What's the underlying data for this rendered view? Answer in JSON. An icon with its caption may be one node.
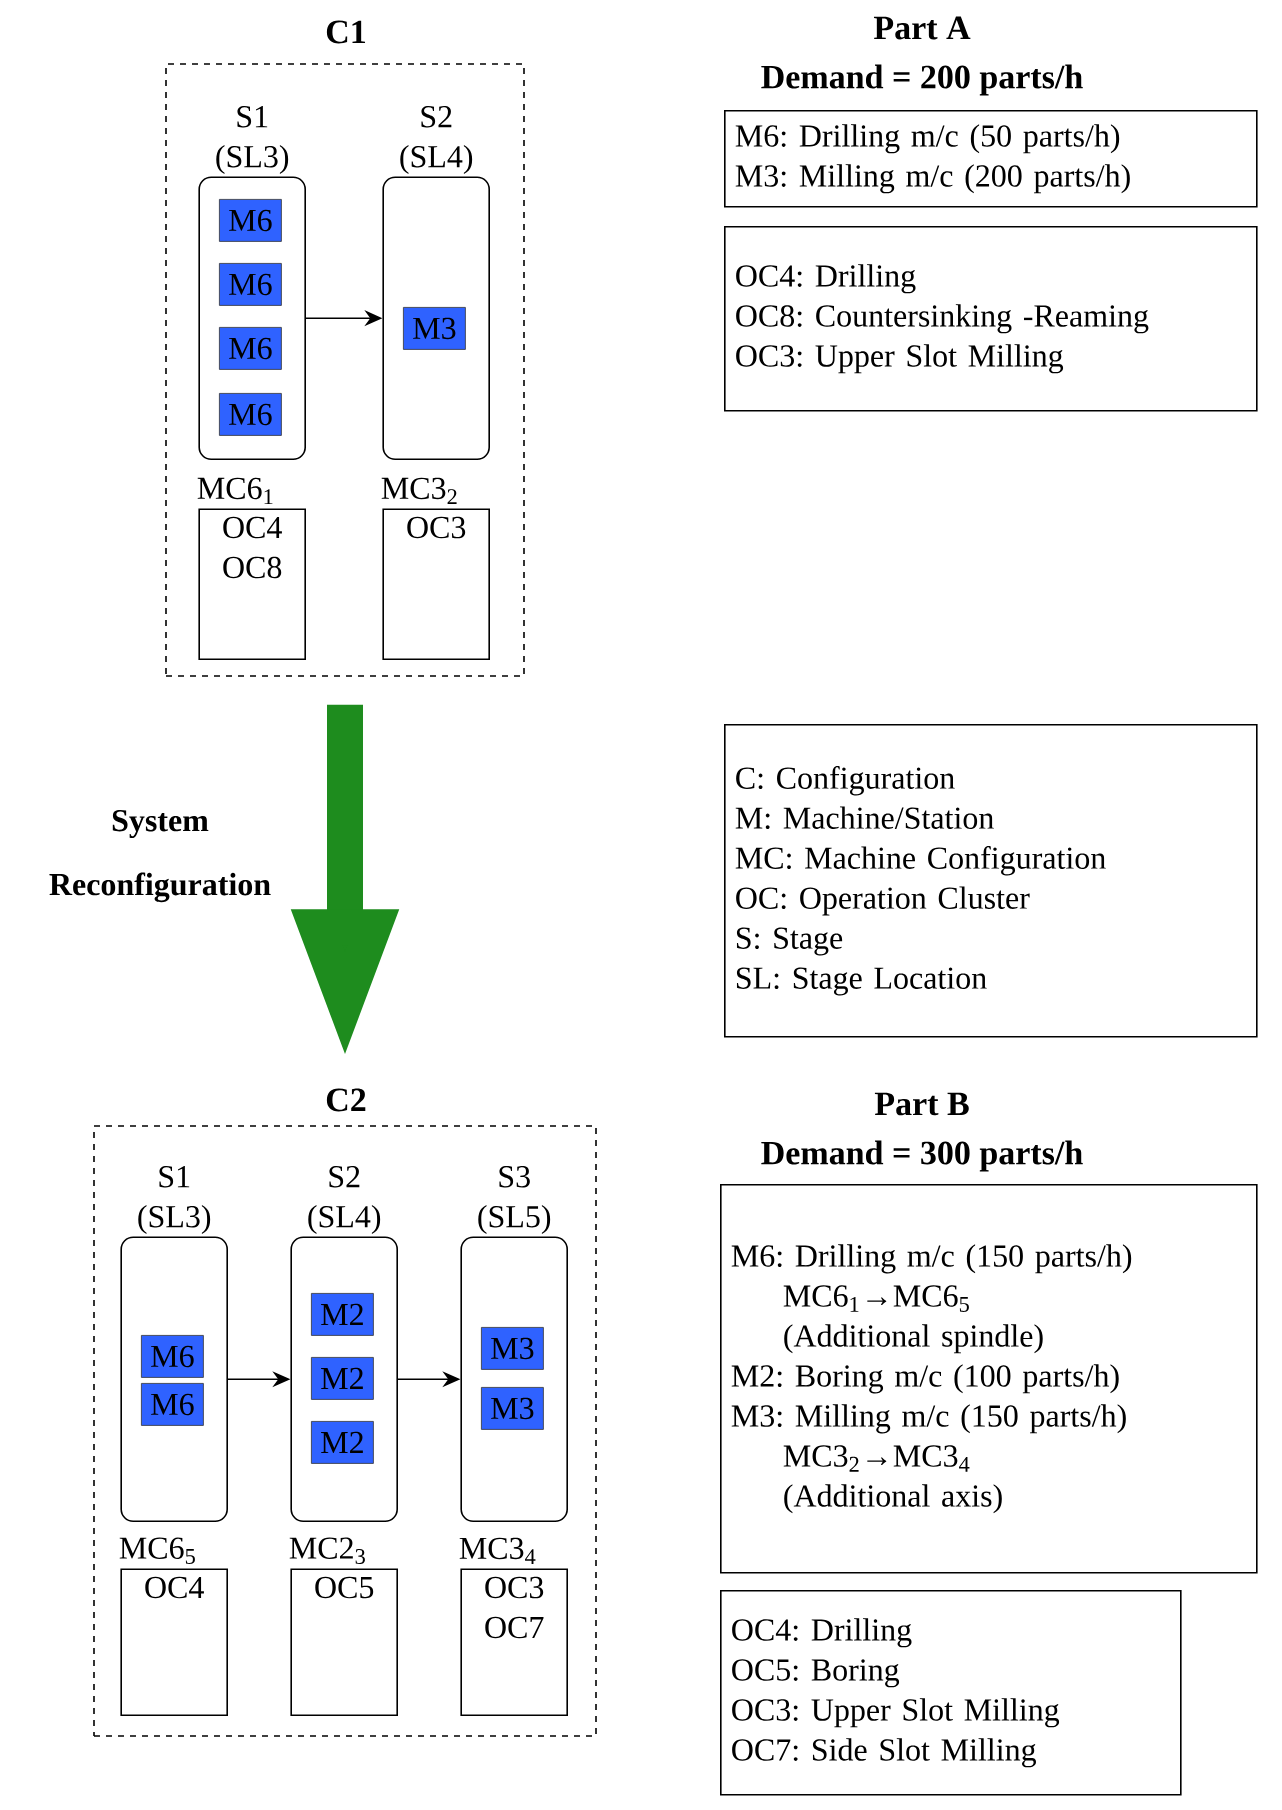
{
  "diagram": {
    "nodes": [
      {
        "text": [
          "C1"
        ]
      },
      {
        "text": [
          "S1 (SL3)"
        ],
        "in": 0
      },
      {
        "text": [
          "M6"
        ],
        "in": 1
      },
      {
        "text": [
          "M6"
        ],
        "in": 1
      },
      {
        "text": [
          "M6"
        ],
        "in": 1
      },
      {
        "text": [
          "M6"
        ],
        "in": 1
      },
      {
        "text": [
          "S2 (SL4)"
        ],
        "in": 0
      },
      {
        "text": [
          "M3"
        ],
        "in": 6
      },
      {
        "text": [
          "MC6$_{1}$",
          "OC4 OC8"
        ],
        "in": 0
      },
      {
        "text": [
          "MC3$_{2}$",
          "OC3"
        ],
        "in": 0
      },
      {
        "text": [
          "C2"
        ]
      },
      {
        "text": [
          "S1 (SL3)"
        ],
        "in": 10
      },
      {
        "text": [
          "M6"
        ],
        "in": 11
      },
      {
        "text": [
          "M6"
        ],
        "in": 11
      },
      {
        "text": [
          "S2 (SL4)"
        ],
        "in": 10
      },
      {
        "text": [
          "M2"
        ],
        "in": 14
      },
      {
        "text": [
          "M2"
        ],
        "in": 14
      },
      {
        "text": [
          "M2"
        ],
        "in": 14
      },
      {
        "text": [
          "S3 (SL5)"
        ],
        "in": 10
      },
      {
        "text": [
          "M3"
        ],
        "in": 18
      },
      {
        "text": [
          "M3"
        ],
        "in": 18
      },
      {
        "text": [
          "MC6$_{5}$",
          "OC4"
        ],
        "in": 10
      },
      {
        "text": [
          "MC2$_{3}$",
          "OC5"
        ],
        "in": 10
      },
      {
        "text": [
          "MC3$_{4}$",
          "OC3 OC7"
        ],
        "in": 10
      },
      {
        "text": [
          "M6: Drilling m/c (50 parts/h)",
          "M3: Milling m/c (200 parts/h)"
        ]
      },
      {
        "text": [
          "OC4: Drilling",
          "OC8: Countersinking -Reaming",
          "OC3: Upper Slot Milling"
        ]
      },
      {
        "text": [
          "C: Configuration",
          "M: Machine/Station",
          "MC: Machine Configuration",
          "OC: Operation Cluster",
          "S: Stage",
          "SL: Stage Location"
        ]
      },
      {
        "text": [
          "M6: Drilling m/c (150 parts/h)",
          "MC6$_{1}$→MC6$_{5}$",
          "(Additional spindle)",
          "M2: Boring m/c (100 parts/h)",
          "M3: Milling m/c (150 parts/h)",
          "MC3$_{2}$→MC3$_{4}$",
          "(Additional axis)"
        ]
      },
      {
        "text": [
          "OC4: Drilling",
          "OC5: Boring",
          "OC3: Upper Slot Milling",
          "OC7: Side Slot Milling"
        ]
      }
    ],
    "edges": [
      {
        "from": 1,
        "to": 6,
        "arrow": "to"
      },
      {
        "from": 0,
        "to": 10,
        "arrow": "to",
        "label": "System Reconfiguration",
        "style": "thick",
        "color": "#1e8c1e"
      },
      {
        "from": 11,
        "to": 14,
        "arrow": "to"
      },
      {
        "from": 14,
        "to": 18,
        "arrow": "to"
      }
    ],
    "labels": [
      "Part A",
      "Demand = 200 parts/h",
      "Part B",
      "Demand = 300 parts/h"
    ]
  }
}
